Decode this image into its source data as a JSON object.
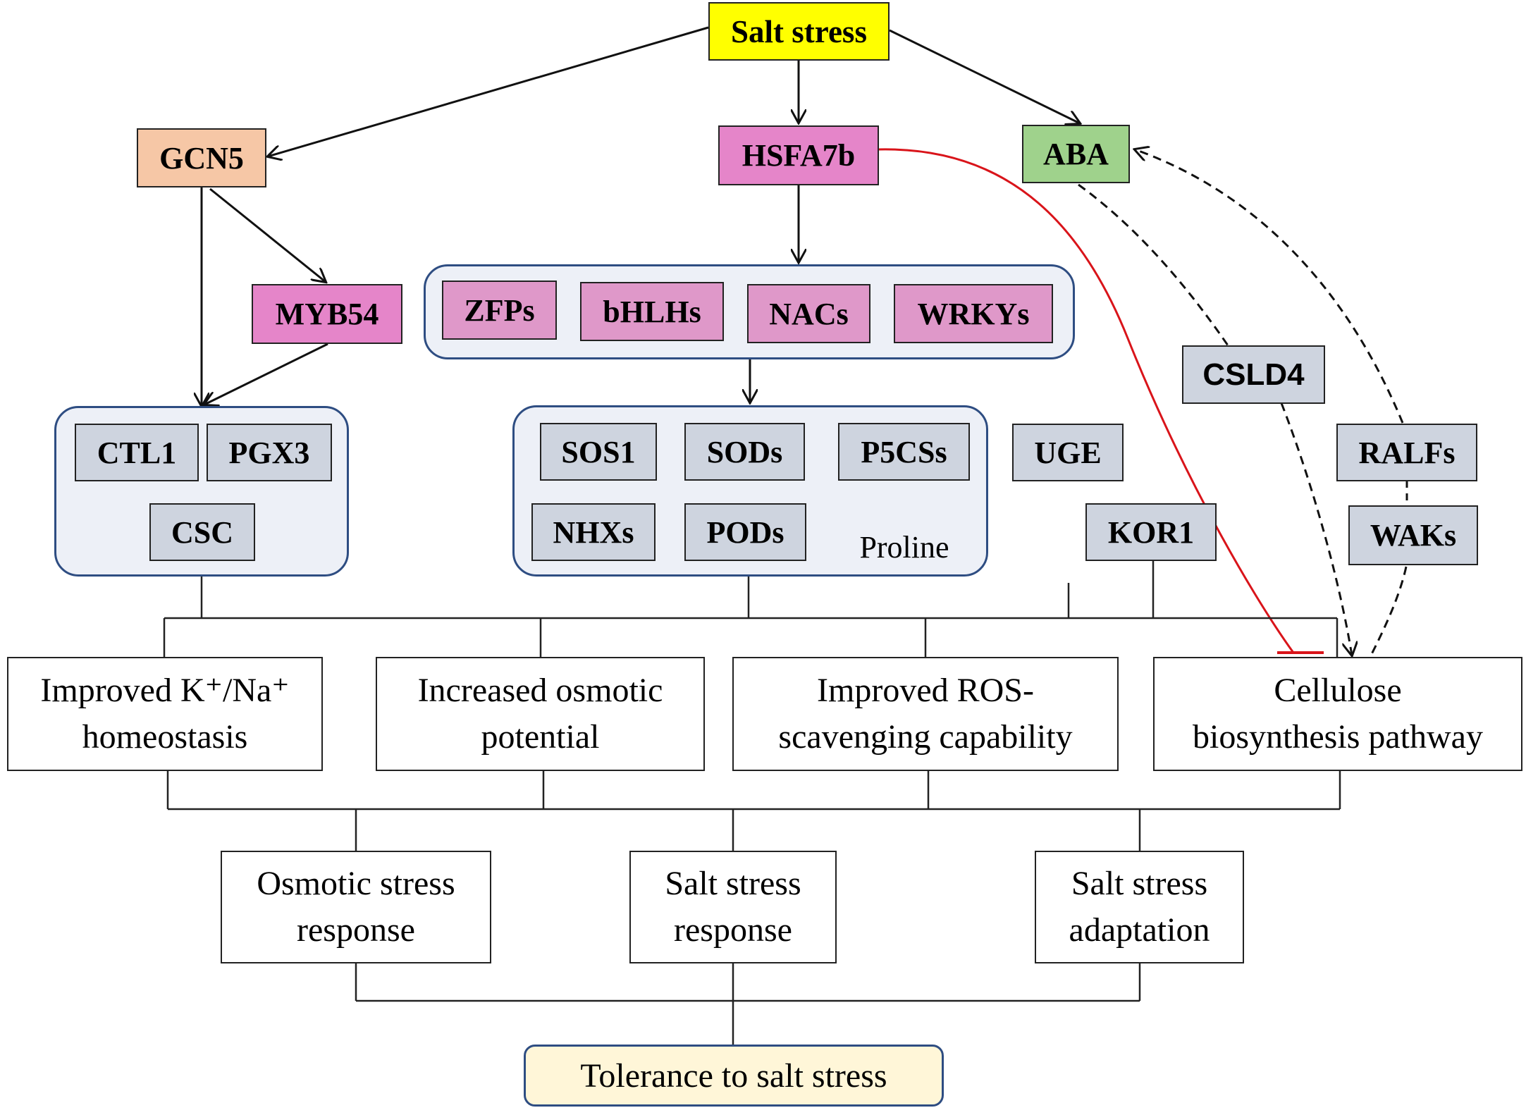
{
  "colors": {
    "salt_stress": "#ffff00",
    "gcn5": "#f6c7a6",
    "hsf_pink": "#e585c9",
    "tf_pink": "#df98c9",
    "aba": "#9fd28c",
    "gene_gray": "#ced4df",
    "group_fill": "#edf0f7",
    "group_border": "#2e4d82",
    "tolerance": "#fff6d8",
    "inhibition": "#d9141a"
  },
  "nodes": {
    "salt_stress": "Salt stress",
    "gcn5": "GCN5",
    "hsfa7b": "HSFA7b",
    "aba": "ABA",
    "myb54": "MYB54",
    "zfps": "ZFPs",
    "bhlhs": "bHLHs",
    "nacs": "NACs",
    "wrkys": "WRKYs",
    "ctl1": "CTL1",
    "pgx3": "PGX3",
    "csc": "CSC",
    "sos1": "SOS1",
    "sods": "SODs",
    "p5css": "P5CSs",
    "nhxs": "NHXs",
    "pods": "PODs",
    "proline": "Proline",
    "uge": "UGE",
    "kor1": "KOR1",
    "csld4": "CSLD4",
    "ralfs": "RALFs",
    "waks": "WAKs"
  },
  "outcomes": {
    "homeostasis_line1": "Improved K⁺/Na⁺",
    "homeostasis_line2": "homeostasis",
    "osmotic_line1": "Increased osmotic",
    "osmotic_line2": "potential",
    "ros_line1": "Improved ROS-",
    "ros_line2": "scavenging capability",
    "cellulose_line1": "Cellulose",
    "cellulose_line2": "biosynthesis pathway"
  },
  "responses": {
    "osmotic_line1": "Osmotic stress",
    "osmotic_line2": "response",
    "salt_line1": "Salt stress",
    "salt_line2": "response",
    "adapt_line1": "Salt stress",
    "adapt_line2": "adaptation"
  },
  "final": "Tolerance to salt stress"
}
